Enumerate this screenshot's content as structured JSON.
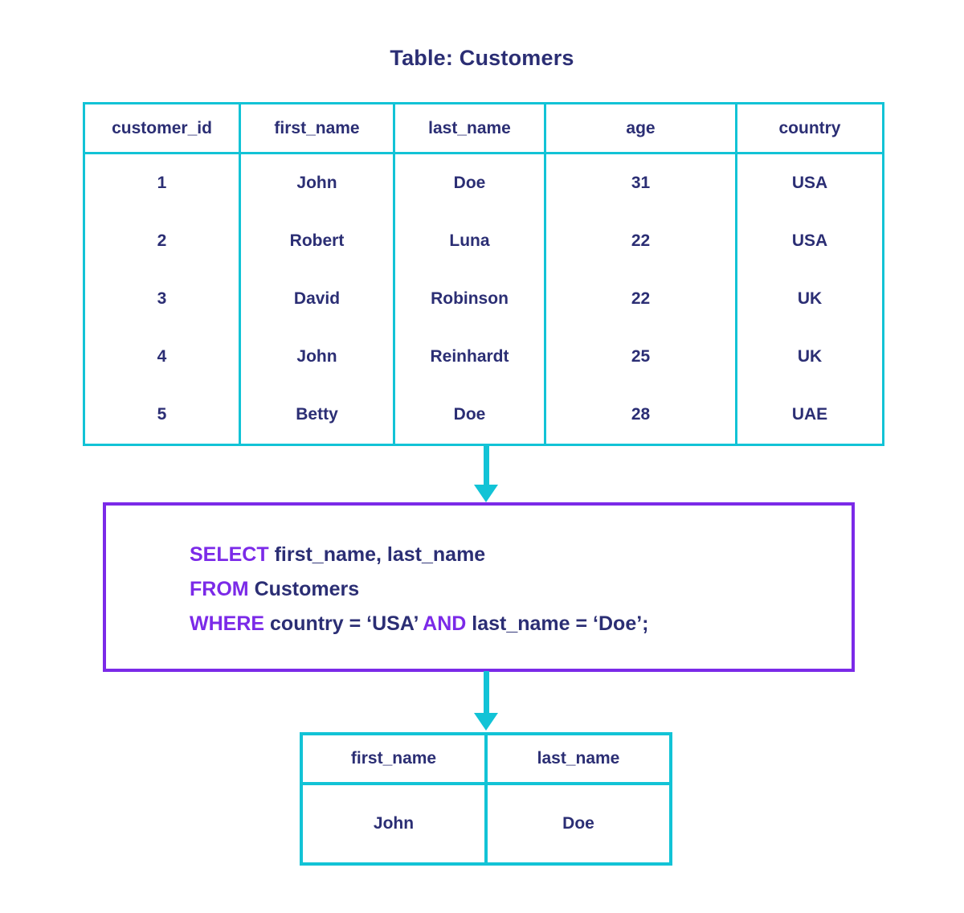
{
  "title": "Table: Customers",
  "colors": {
    "table_border": "#12c3d6",
    "query_border": "#7b2ae8",
    "keyword": "#7b2ae8",
    "text": "#2b2e74",
    "arrow": "#12c3d6"
  },
  "source_table": {
    "columns": [
      "customer_id",
      "first_name",
      "last_name",
      "age",
      "country"
    ],
    "rows": [
      [
        "1",
        "John",
        "Doe",
        "31",
        "USA"
      ],
      [
        "2",
        "Robert",
        "Luna",
        "22",
        "USA"
      ],
      [
        "3",
        "David",
        "Robinson",
        "22",
        "UK"
      ],
      [
        "4",
        "John",
        "Reinhardt",
        "25",
        "UK"
      ],
      [
        "5",
        "Betty",
        "Doe",
        "28",
        "UAE"
      ]
    ]
  },
  "query": {
    "line1": {
      "keyword": "SELECT",
      "rest": "first_name, last_name"
    },
    "line2": {
      "keyword": "FROM",
      "rest": "Customers"
    },
    "line3": {
      "keyword": "WHERE",
      "part1": "country = ‘USA’",
      "keyword2": "AND",
      "part2": "last_name = ‘Doe’;"
    },
    "full_text": "SELECT first_name, last_name FROM Customers WHERE country = ‘USA’ AND last_name = ‘Doe’;"
  },
  "result_table": {
    "columns": [
      "first_name",
      "last_name"
    ],
    "rows": [
      [
        "John",
        "Doe"
      ]
    ]
  },
  "arrows": [
    {
      "name": "arrow-table-to-query"
    },
    {
      "name": "arrow-query-to-result"
    }
  ]
}
